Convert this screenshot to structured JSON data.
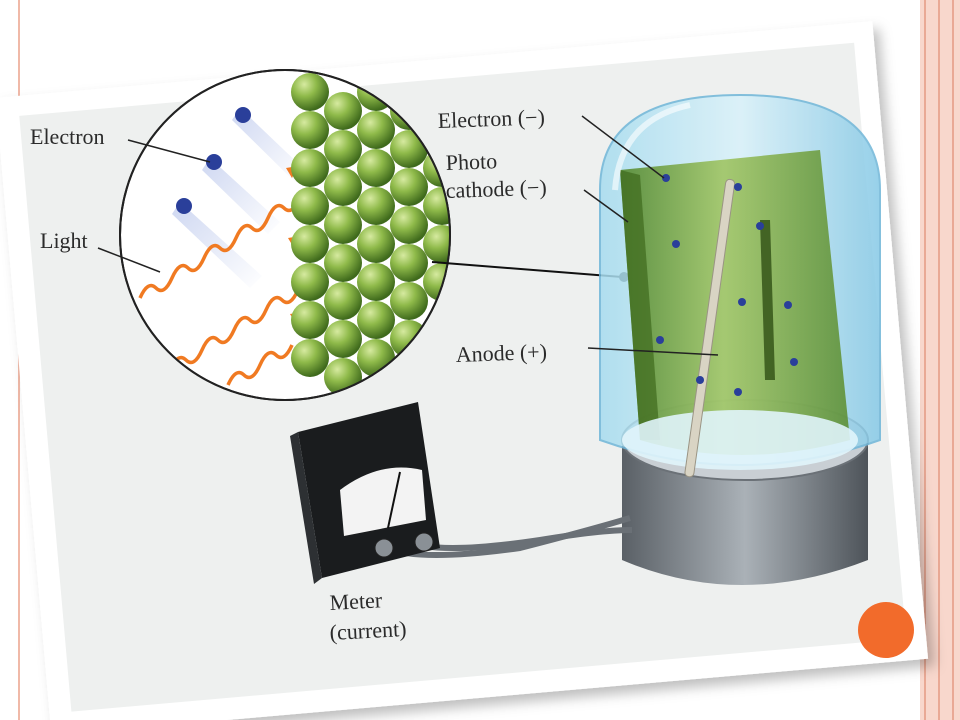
{
  "diagram": {
    "labels": {
      "electron_left": "Electron",
      "light": "Light",
      "electron_right": "Electron (−)",
      "photo_line1": "Photo",
      "photo_line2": "cathode (−)",
      "anode": "Anode (+)",
      "meter_line1": "Meter",
      "meter_line2": "(current)"
    }
  },
  "colors": {
    "slide_border": "#f8d7cc",
    "slide_stripe": "#f0b9a8",
    "accent": "#f26b2b",
    "cathode_green": "#7aa83a",
    "glass_blue": "#8fd0ea",
    "electron_blue": "#2a3f9a",
    "light_orange": "#f07a22"
  }
}
